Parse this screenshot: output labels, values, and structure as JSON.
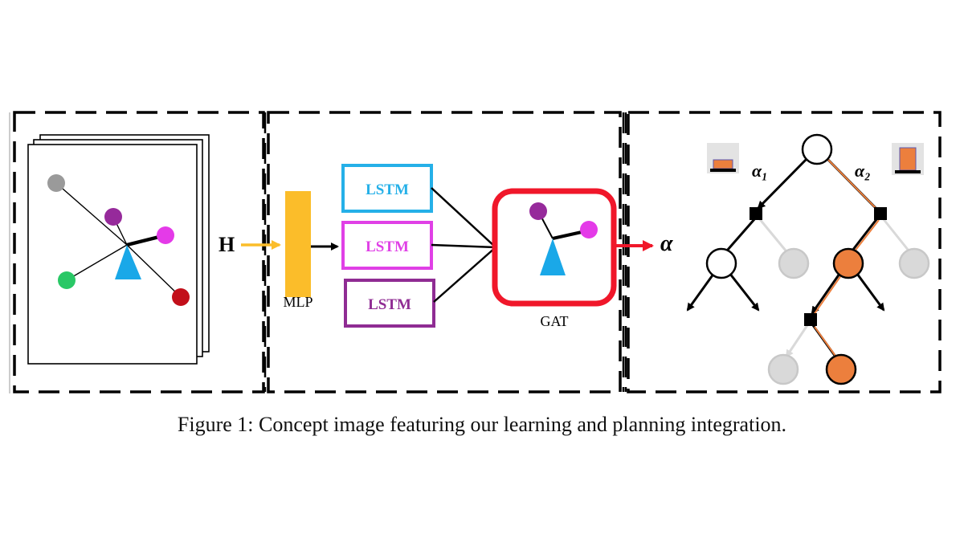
{
  "input_label": "H",
  "mlp_label": "MLP",
  "lstm_labels": [
    "LSTM",
    "LSTM",
    "LSTM"
  ],
  "gat_label": "GAT",
  "output_label": "α",
  "branch_labels": [
    "α₁",
    "α₂"
  ],
  "caption": "Figure 1: Concept image featuring our learning and planning integration.",
  "colors": {
    "mlp": "#fbbd2a",
    "lstm_1": "#25b0e8",
    "lstm_2": "#e040e6",
    "lstm_3": "#8f2c93",
    "gat_border": "#f0172a",
    "agent_triangle": "#1aa8e8",
    "node_gray": "#9a9a9a",
    "node_purple": "#962a9b",
    "node_magenta": "#e43ae8",
    "node_green": "#29c866",
    "node_red": "#c20f1a",
    "tree_orange": "#ec7f3d",
    "tree_gray": "#d9d9d9",
    "input_arrow": "#fbbd2a",
    "output_arrow": "#f0172a"
  }
}
